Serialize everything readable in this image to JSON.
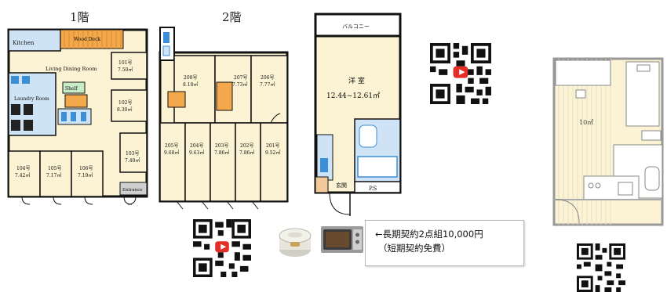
{
  "floor1": {
    "label": "1階",
    "kitchen": "Kitchen",
    "wood_deck": "Wood Deck",
    "living": "Living Dining Room",
    "shelf": "Shelf",
    "laundry": "Laundry Room",
    "entrance": "Entrance",
    "rooms": [
      {
        "name": "101号",
        "area": "7.50㎡"
      },
      {
        "name": "102号",
        "area": "8.30㎡"
      },
      {
        "name": "103号",
        "area": "7.40㎡"
      },
      {
        "name": "104号",
        "area": "7.42㎡"
      },
      {
        "name": "105号",
        "area": "7.17㎡"
      },
      {
        "name": "106号",
        "area": "7.19㎡"
      }
    ]
  },
  "floor2": {
    "label": "2階",
    "rooms_top": [
      {
        "name": "208号",
        "area": "8.18㎡"
      },
      {
        "name": "207号",
        "area": "7.73㎡"
      },
      {
        "name": "206号",
        "area": "7.77㎡"
      }
    ],
    "rooms_bottom": [
      {
        "name": "205号",
        "area": "9.68㎡"
      },
      {
        "name": "204号",
        "area": "9.63㎡"
      },
      {
        "name": "203号",
        "area": "7.86㎡"
      },
      {
        "name": "202号",
        "area": "7.86㎡"
      },
      {
        "name": "201号",
        "area": "9.52㎡"
      }
    ]
  },
  "unit_plan": {
    "balcony": "バルコニー",
    "room": "洋 室",
    "area": "12.44~12.61㎡",
    "entrance": "玄関",
    "ps": "P.S"
  },
  "room_plan": {
    "area": "10㎡"
  },
  "appliance_notice": {
    "line1": "←長期契約2点組10,000円",
    "line2": "（短期契約免費）"
  },
  "icons": [
    "qr-code-icon",
    "play-button-icon",
    "rice-cooker-icon",
    "microwave-icon"
  ]
}
